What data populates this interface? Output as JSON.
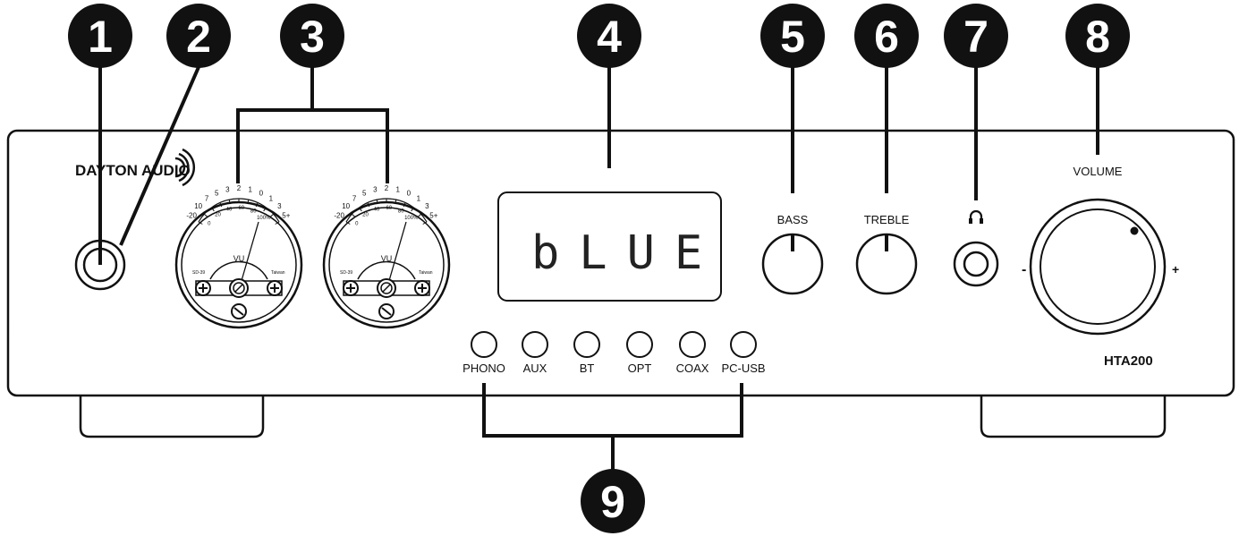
{
  "brand": "DAYTON AUDIO",
  "model": "HTA200",
  "vu_meter": {
    "scale_top": [
      "-20",
      "10",
      "7",
      "5",
      "3",
      "2",
      "1",
      "0",
      "1",
      "3",
      "5+"
    ],
    "scale_bottom": [
      "0",
      "20",
      "40",
      "60",
      "80",
      "100%"
    ],
    "label": "VU",
    "left_mark": "SD-39",
    "right_mark": "Taiwan"
  },
  "display_text": "bLUE",
  "knobs": {
    "bass": "BASS",
    "treble": "TREBLE",
    "volume": "VOLUME",
    "volume_minus": "-",
    "volume_plus": "+"
  },
  "headphone_icon": "headphone-icon",
  "inputs": [
    "PHONO",
    "AUX",
    "BT",
    "OPT",
    "COAX",
    "PC-USB"
  ],
  "callouts": [
    "1",
    "2",
    "3",
    "4",
    "5",
    "6",
    "7",
    "8",
    "9"
  ],
  "colors": {
    "line": "#111111",
    "callout_fill": "#111111",
    "panel": "#ffffff"
  }
}
